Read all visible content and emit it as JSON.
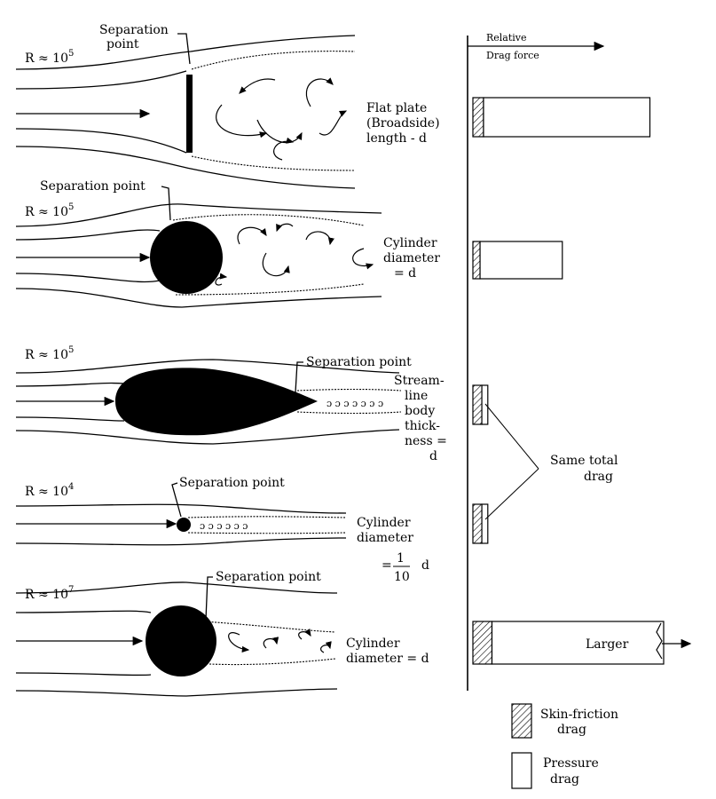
{
  "header": {
    "axis_title_1": "Relative",
    "axis_title_2": "Drag force"
  },
  "rows": [
    {
      "reynolds": "R ≈ 10",
      "exp": "5",
      "separation": [
        "Separation",
        "point"
      ],
      "body_label": [
        "Flat plate",
        "(Broadside)",
        "length - d"
      ],
      "skin": 0.06,
      "pressure": 0.94,
      "total": 0.95
    },
    {
      "reynolds": "R ≈ 10",
      "exp": "5",
      "separation": [
        "Separation point"
      ],
      "body_label": [
        "Cylinder",
        "diameter",
        "= d"
      ],
      "skin": 0.08,
      "pressure": 0.92,
      "total": 0.48
    },
    {
      "reynolds": "R ≈ 10",
      "exp": "5",
      "separation": [
        "Separation point"
      ],
      "body_label": [
        "Stream-",
        "line",
        "body",
        "thick-",
        "ness =",
        "d"
      ],
      "skin": 0.6,
      "pressure": 0.4,
      "total": 0.08
    },
    {
      "reynolds": "R ≈ 10",
      "exp": "4",
      "separation": [
        "Separation point"
      ],
      "body_label": [
        "Cylinder",
        "diameter"
      ],
      "fraction": {
        "prefix": "=",
        "num": "1",
        "den": "10",
        "suffix": "d"
      },
      "skin": 0.6,
      "pressure": 0.4,
      "total": 0.08
    },
    {
      "reynolds": "R ≈ 10",
      "exp": "7",
      "separation": [
        "Separation point"
      ],
      "body_label": [
        "Cylinder",
        "diameter  = d"
      ],
      "skin": 0.1,
      "pressure": 0.9,
      "total": 1.1
    }
  ],
  "same_total": [
    "Same total",
    "drag"
  ],
  "larger_label": "Larger",
  "legend": [
    {
      "pattern": "hatched",
      "label": [
        "Skin-friction",
        "drag"
      ]
    },
    {
      "pattern": "plain",
      "label": [
        "Pressure",
        "drag"
      ]
    }
  ]
}
